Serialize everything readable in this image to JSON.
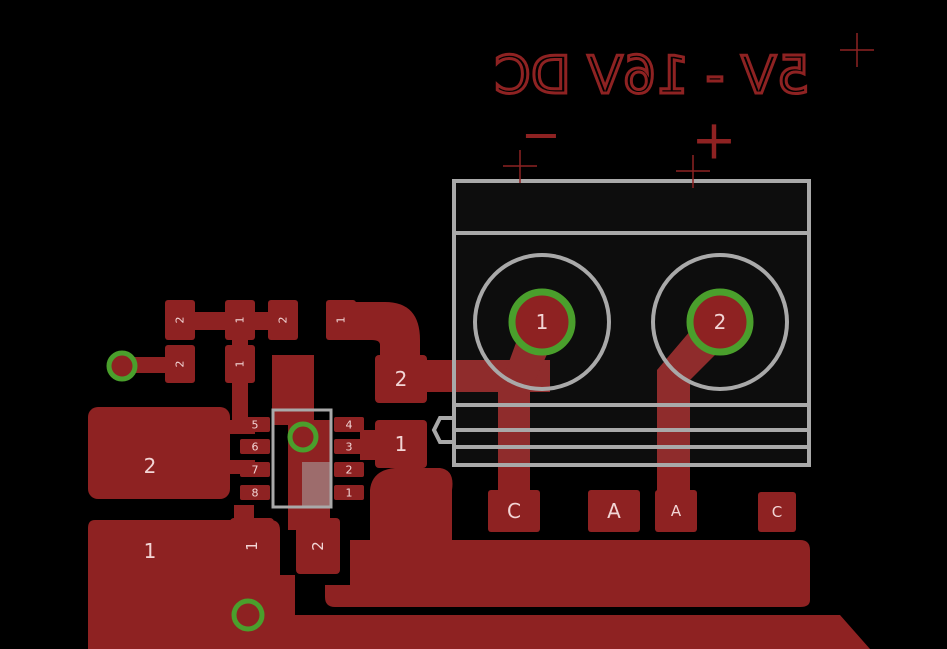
{
  "colors": {
    "background": "#000000",
    "copper": "#8e2222",
    "silkscreen": "#a9a9a9",
    "via_ring": "#4a9f2c",
    "label": "#f2d5d5"
  },
  "silkscreen": {
    "voltage_text": "5V - 16V DC",
    "minus_sign": "−",
    "plus_sign": "+"
  },
  "terminal_block": {
    "pin1": "1",
    "pin2": "2"
  },
  "ic": {
    "pins_left": [
      "5",
      "6",
      "7",
      "8"
    ],
    "pins_right": [
      "4",
      "3",
      "2",
      "1"
    ]
  },
  "pads": {
    "top_row": [
      "2",
      "1",
      "2",
      "1"
    ],
    "second_row": [
      "2",
      "1"
    ],
    "mid_right_2": "2",
    "mid_right_1": "1",
    "big_left_2": "2",
    "big_left_1": "1",
    "lower_1": "1",
    "lower_2": "2",
    "bottom_row": [
      "C",
      "A",
      "A",
      "C"
    ]
  }
}
